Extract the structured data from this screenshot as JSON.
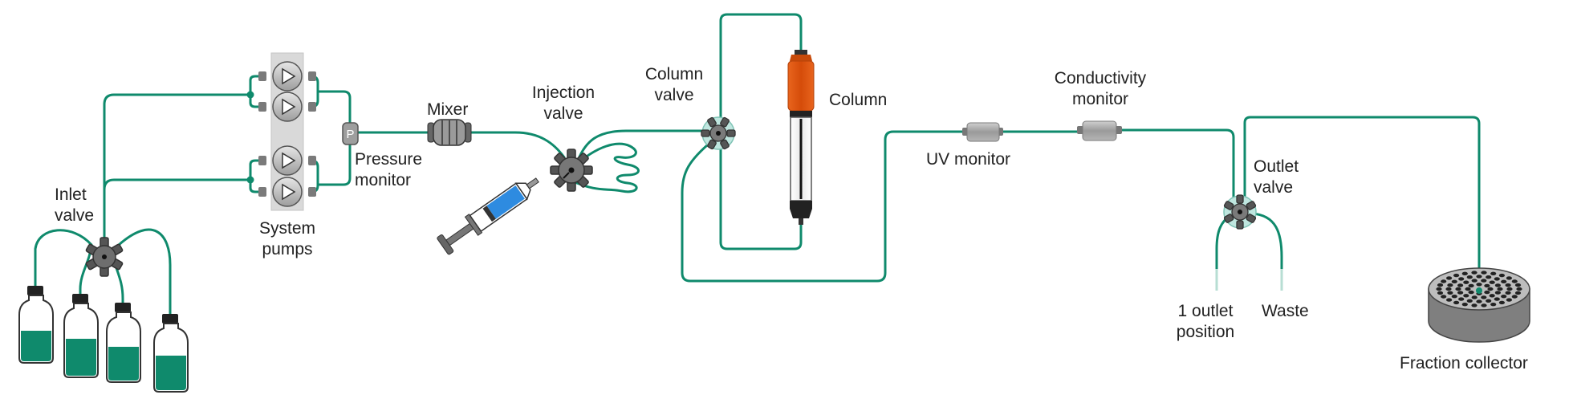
{
  "labels": {
    "inlet_valve": [
      "Inlet",
      "valve"
    ],
    "system_pumps": [
      "System",
      "pumps"
    ],
    "pressure_monitor": [
      "Pressure",
      "monitor"
    ],
    "pressure_symbol": "P",
    "mixer": "Mixer",
    "injection_valve": [
      "Injection",
      "valve"
    ],
    "column_valve": [
      "Column",
      "valve"
    ],
    "column": "Column",
    "uv_monitor": "UV monitor",
    "conductivity_monitor": [
      "Conductivity",
      "monitor"
    ],
    "outlet_valve": [
      "Outlet",
      "valve"
    ],
    "outlet_position": [
      "1 outlet",
      "position"
    ],
    "waste": "Waste",
    "fraction_collector": "Fraction collector"
  },
  "colors": {
    "tubing": "#0f8a6c",
    "liquid": "#0f8a6c",
    "component_gray": "#8c8c8c",
    "pump_panel": "#d9d9d9",
    "column_resin": "#e0570f",
    "syringe_blue": "#2e8be0",
    "valve_tint": "#bfe6df"
  }
}
